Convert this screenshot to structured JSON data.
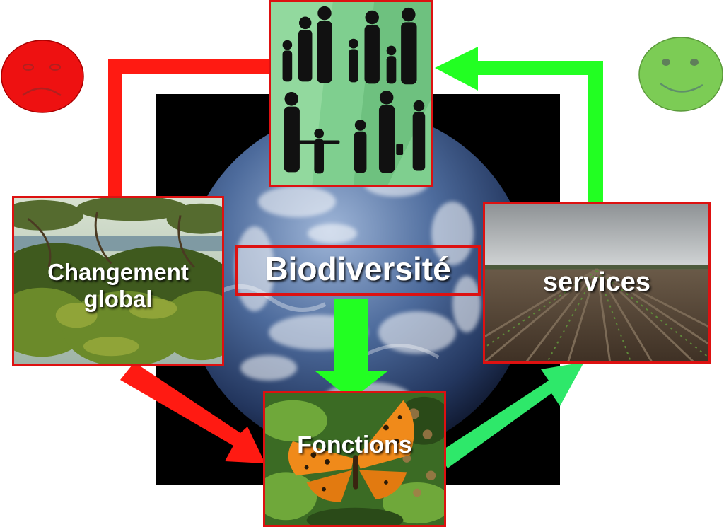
{
  "colors": {
    "negative": "#ff1a12",
    "positive": "#22ff22",
    "positive_soft": "#2ee86a",
    "sad_face": "#ee1111",
    "happy_face": "#7ccc55",
    "frame": "#dd1111",
    "background": "#000000"
  },
  "labels": {
    "center": "Biodiversité",
    "left": "Changement\nglobal",
    "right": "services",
    "bottom": "Fonctions"
  },
  "icons": {
    "negative": "sad-face-icon",
    "positive": "happy-face-icon"
  },
  "images": {
    "top": "people-silhouettes-photo",
    "left": "forest-vegetation-photo",
    "right": "plowed-field-photo",
    "bottom": "butterfly-photo",
    "center": "earth-globe-photo"
  },
  "relations": [
    {
      "from": "top",
      "to": "left",
      "polarity": "negative"
    },
    {
      "from": "left",
      "to": "bottom",
      "polarity": "negative"
    },
    {
      "from": "center",
      "to": "bottom",
      "polarity": "positive"
    },
    {
      "from": "bottom",
      "to": "right",
      "polarity": "positive"
    },
    {
      "from": "right",
      "to": "top",
      "polarity": "positive"
    }
  ]
}
